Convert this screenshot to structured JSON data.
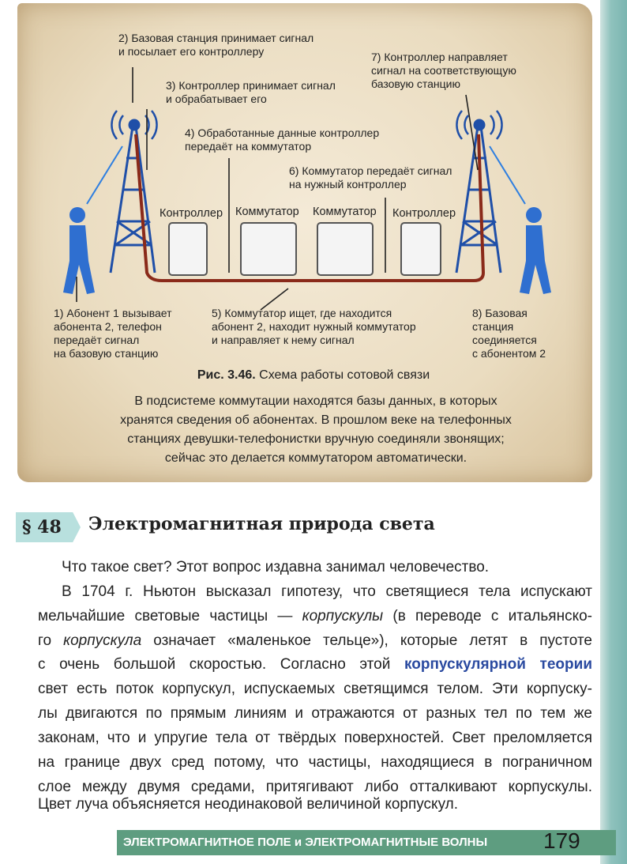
{
  "figure": {
    "steps": {
      "s1": [
        "1) Абонент 1 вызывает",
        "абонента 2, телефон",
        "передаёт сигнал",
        "на базовую станцию"
      ],
      "s2": [
        "2) Базовая станция принимает сигнал",
        "и посылает его контроллеру"
      ],
      "s3": [
        "3) Контроллер принимает сигнал",
        "и обрабатывает его"
      ],
      "s4": [
        "4) Обработанные данные контроллер",
        "передаёт на коммутатор"
      ],
      "s5": [
        "5) Коммутатор ищет, где находится",
        "абонент 2, находит нужный коммутатор",
        "и направляет к нему сигнал"
      ],
      "s6": [
        "6) Коммутатор передаёт сигнал",
        "на нужный  контроллер"
      ],
      "s7": [
        "7) Контроллер направляет",
        "сигнал на соответствующую",
        "базовую станцию"
      ],
      "s8": [
        "8) Базовая",
        "станция",
        "соединяется",
        "с абонентом 2"
      ]
    },
    "boxes": [
      "Контроллер",
      "Коммутатор",
      "Коммутатор",
      "Контроллер"
    ],
    "caption_num": "Рис. 3.46.",
    "caption_text": " Схема работы сотовой связи",
    "note": [
      "В подсистеме коммутации находятся базы данных, в которых",
      "хранятся сведения об абонентах. В прошлом веке на телефонных",
      "станциях девушки-телефонистки вручную соединяли звонящих;",
      "сейчас это делается коммутатором автоматически."
    ]
  },
  "section": {
    "number": "§ 48",
    "title": "Электромагнитная природа света"
  },
  "body": {
    "l1": "Что такое свет? Этот вопрос издавна занимал человечество.",
    "l2": "В 1704 г. Ньютон высказал гипотезу, что светящиеся тела испускают",
    "l3a": "мельчайшие световые частицы — ",
    "l3b": "корпускулы",
    "l3c": " (в переводе с итальянско-",
    "l4a": "го ",
    "l4b": "корпускула",
    "l4c": " означает «маленькое тельце»), которые летят в пустоте",
    "l5a": "с очень большой скоростью. Согласно этой ",
    "l5b": "корпускулярной теории",
    "l6": "свет есть поток корпускул, испускаемых светящимся телом. Эти корпуску-",
    "l7": "лы двигаются по прямым линиям и отражаются от разных тел по тем же",
    "l8": "законам, что и упругие тела от твёрдых поверхностей. Свет преломляется",
    "l9": "на границе двух сред потому, что частицы, находящиеся в пограничном",
    "l10": "слое между двумя средами, притягивают либо отталкивают корпускулы.",
    "l11": "Цвет луча объясняется неодинаковой величиной корпускул."
  },
  "footer": {
    "chapter": "ЭЛЕКТРОМАГНИТНОЕ ПОЛЕ и ЭЛЕКТРОМАГНИТНЫЕ ВОЛНЫ",
    "page": "179"
  },
  "colors": {
    "accent": "#5e9d80",
    "section_bg": "#b8e0de",
    "person": "#2f6fd0",
    "term": "#2a4aa0"
  }
}
